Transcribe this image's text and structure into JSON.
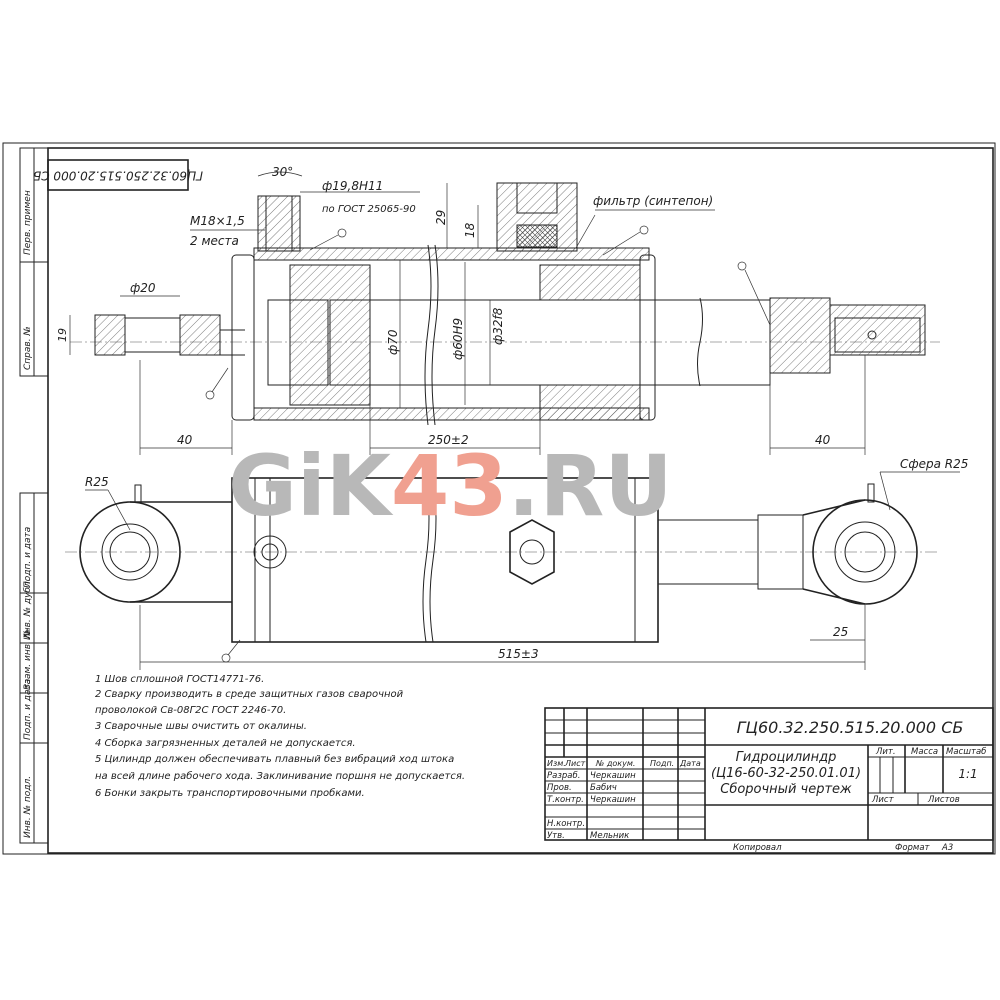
{
  "stamp_code": "ГЦ60.32.250.515.20.000 СБ",
  "margin_labels": [
    "Перв. примен",
    "Справ. №",
    "Подп. и дата",
    "Инв. № дубл.",
    "Взам. инв. №",
    "Подп. и дата",
    "Инв. № подл."
  ],
  "dimensions": {
    "angle": "30°",
    "port_dia": "ф19,8H11",
    "port_std": "по ГОСТ 25065-90",
    "thread": "M18×1,5",
    "thread_qty": "2 места",
    "h29": "29",
    "h18": "18",
    "filter": "фильтр (синтепон)",
    "eye_dia": "ф20",
    "eye_w": "19",
    "bore_outer": "ф70",
    "bore": "ф60H9",
    "rod": "ф32f8",
    "left_40": "40",
    "stroke": "250±2",
    "right_40": "40",
    "r25": "R25",
    "sphere": "Сфера R25",
    "d25": "25",
    "length": "515±3"
  },
  "notes": [
    "1 Шов сплошной  ГОСТ14771-76.",
    "2 Сварку  производить  в  среде  защитных  газов  сварочной",
    "проволокой Св-08Г2С   ГОСТ 2246-70.",
    "3 Сварочные швы очистить от окалины.",
    "4 Сборка загрязненных деталей не допускается.",
    "5 Цилиндр должен обеспечивать плавный без вибраций ход штока",
    "на всей длине рабочего хода. Заклинивание поршня не допускается.",
    "6 Бонки закрыть транспортировочными пробками."
  ],
  "title_block": {
    "designation": "ГЦ60.32.250.515.20.000 СБ",
    "name_line1": "Гидроцилиндр",
    "name_line2": "(Ц16-60-32-250.01.01)",
    "name_line3": "Сборочный чертеж",
    "headers": {
      "izm": "Изм.",
      "list": "Лист",
      "doc": "№ докум.",
      "sign": "Подп.",
      "date": "Дата"
    },
    "roles": [
      {
        "role": "Разраб.",
        "name": "Черкашин"
      },
      {
        "role": "Пров.",
        "name": "Бабич"
      },
      {
        "role": "Т.контр.",
        "name": "Черкашин"
      },
      {
        "role": "Н.контр.",
        "name": ""
      },
      {
        "role": "Утв.",
        "name": "Мельник"
      }
    ],
    "lit": "Лит.",
    "mass": "Масса",
    "scale_label": "Масштаб",
    "scale": "1:1",
    "sheet": "Лист",
    "sheets": "Листов",
    "copied": "Копировал",
    "format_label": "Формат",
    "format": "A3"
  },
  "watermark": {
    "part1": "GiK",
    "part2": "43",
    "part3": ".RU",
    "color_gray": "#b8b8b8",
    "color_accent": "#f0a090"
  }
}
